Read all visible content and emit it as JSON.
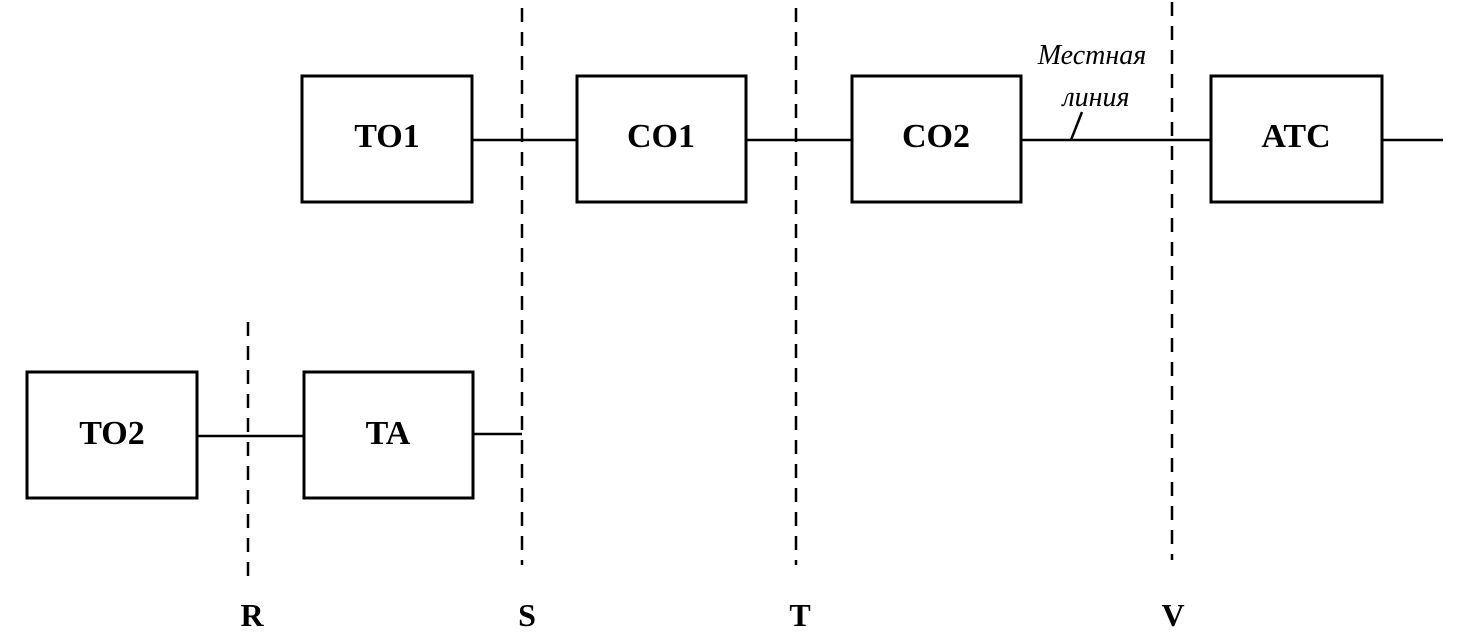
{
  "blocks": {
    "to1": "TO1",
    "co1": "CO1",
    "co2": "CO2",
    "atc": "ATC",
    "to2": "TO2",
    "ta": "TA"
  },
  "reference_points": {
    "r": "R",
    "s": "S",
    "t": "T",
    "v": "V"
  },
  "local_line_label": {
    "line1": "Местная",
    "line2": "линия"
  }
}
